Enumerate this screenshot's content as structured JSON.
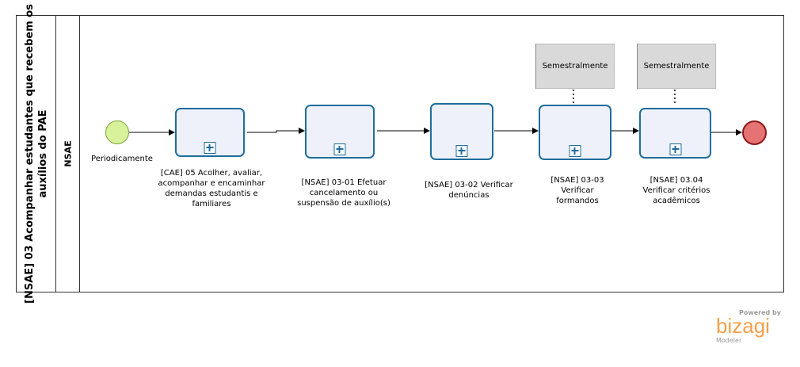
{
  "pool": {
    "title_line1": "[NSAE] 03 Acompanhar estudantes que recebem os",
    "title_line2": "auxílios do PAE"
  },
  "lane": {
    "title": "NSAE"
  },
  "start_event": {
    "label": "Periodicamente",
    "color": "#d7f29a"
  },
  "end_event": {
    "color": "#e57373"
  },
  "tasks": [
    {
      "label_lines": [
        "[CAE] 05 Acolher, avaliar,",
        "acompanhar e encaminhar",
        "demandas estudantis e",
        "familiares"
      ]
    },
    {
      "label_lines": [
        "[NSAE] 03-01 Efetuar",
        "cancelamento ou",
        "suspensão de auxílio(s)"
      ]
    },
    {
      "label_lines": [
        "[NSAE] 03-02 Verificar",
        "denúncias"
      ]
    },
    {
      "label_lines": [
        "[NSAE] 03-03",
        "Verificar",
        "formandos"
      ]
    },
    {
      "label_lines": [
        "[NSAE] 03.04",
        "Verificar critérios",
        "acadêmicos"
      ]
    }
  ],
  "annotations": [
    {
      "text": "Semestralmente"
    },
    {
      "text": "Semestralmente"
    }
  ],
  "branding": {
    "powered_by": "Powered by",
    "name": "bizagi",
    "product": "Modeler",
    "color": "#f5a04a"
  }
}
